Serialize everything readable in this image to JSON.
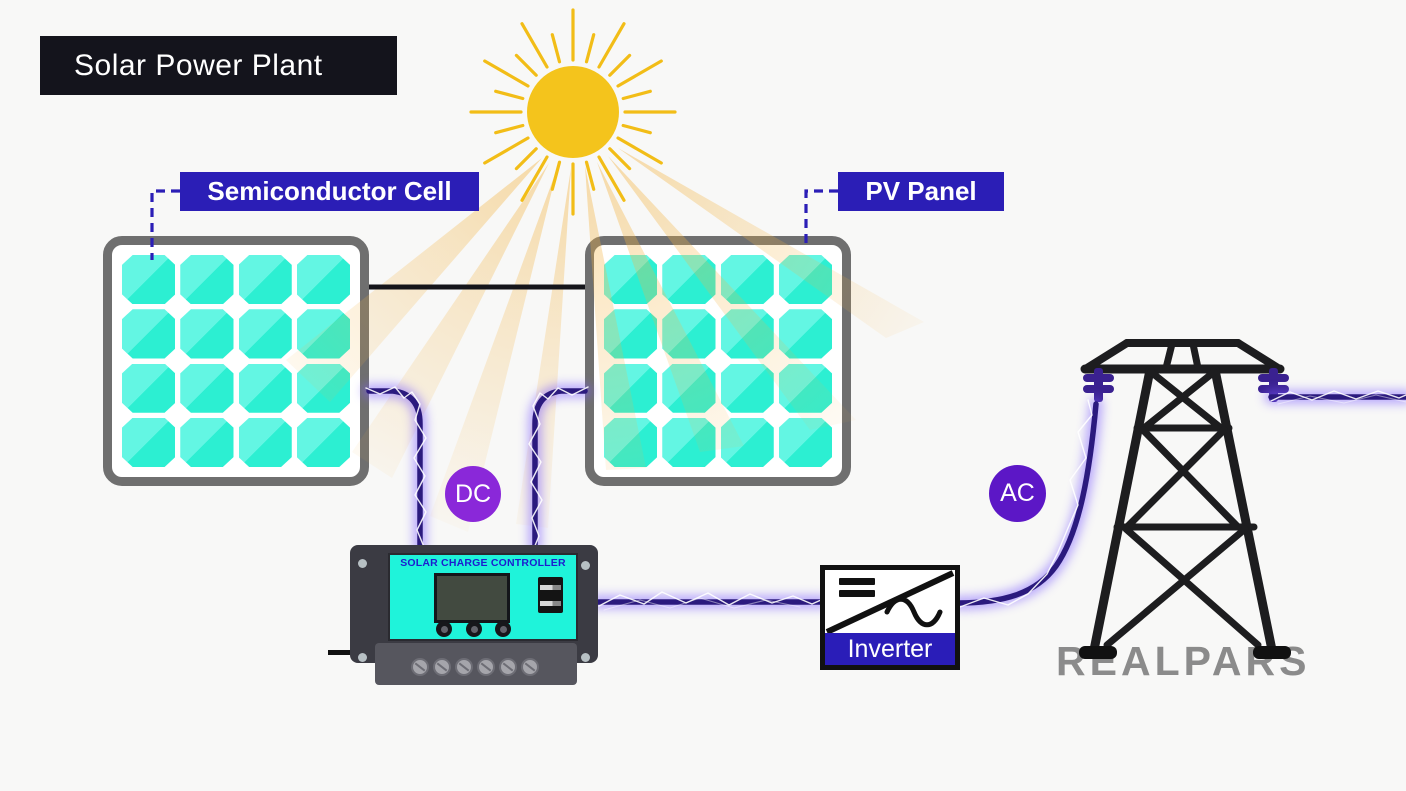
{
  "diagram": {
    "title": "Solar Power Plant",
    "component_labels": {
      "semiconductor_cell": "Semiconductor Cell",
      "pv_panel": "PV Panel",
      "charge_controller": "SOLAR CHARGE CONTROLLER",
      "inverter": "Inverter",
      "dc_badge": "DC",
      "ac_badge": "AC"
    },
    "watermark": "REALPARS",
    "panels": {
      "count": 2,
      "rows": 4,
      "cols": 4
    },
    "icons": [
      "sun-icon",
      "sunbeam-icon",
      "solar-panel-icon",
      "lightning-wire-icon",
      "transmission-tower-icon",
      "insulator-icon",
      "lcd-screen-icon",
      "usb-ports-icon",
      "terminal-screws-icon",
      "inverter-symbol-icon"
    ],
    "colors": {
      "background": "#f8f8f7",
      "title_bg": "#14141c",
      "label_bg": "#2b1eb6",
      "dc_badge": "#8a28d9",
      "ac_badge": "#5c17c6",
      "cell_teal": "#2cefd2",
      "cell_shine": "#63f6e3",
      "panel_border": "#6f6f6f",
      "sun_yellow": "#f4c41c",
      "beam_orange": "#f3b342",
      "wire_core": "#2b1a7e",
      "wire_glow": "#7c5cff",
      "spark_white": "#ffffff",
      "tower_black": "#1d1d1f",
      "insulator_purple": "#3a2190",
      "controller_body": "#3b3b43",
      "controller_face": "#1ff3da",
      "controller_text": "#1d1dcf",
      "watermark_gray": "#8b8b8b"
    }
  }
}
